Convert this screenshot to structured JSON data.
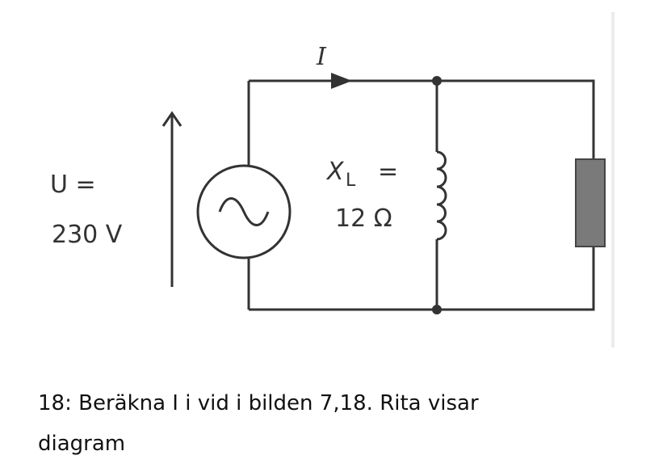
{
  "diagram": {
    "current_label": "I",
    "voltage_label": "U =",
    "voltage_value": "230 V",
    "reactance_label": "X",
    "reactance_subscript": "L",
    "reactance_eq": "=",
    "reactance_value": "12 Ω"
  },
  "caption": {
    "line1": "18: Beräkna I i vid i bilden 7,18. Rita visar",
    "line2": "diagram"
  }
}
